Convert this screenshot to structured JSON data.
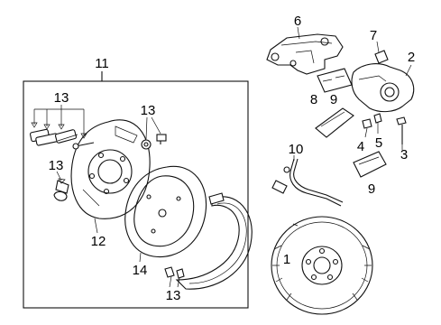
{
  "callouts": {
    "c1": "1",
    "c2": "2",
    "c3": "3",
    "c4": "4",
    "c5": "5",
    "c6": "6",
    "c7": "7",
    "c8": "8",
    "c9a": "9",
    "c9b": "9",
    "c10": "10",
    "c11": "11",
    "c12": "12",
    "c13a": "13",
    "c13b": "13",
    "c13c": "13",
    "c13d": "13",
    "c14": "14"
  },
  "colors": {
    "line": "#111111",
    "background": "#ffffff"
  }
}
